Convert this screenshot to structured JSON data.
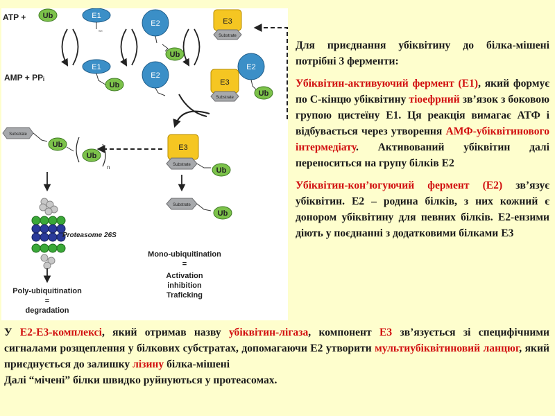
{
  "diagram": {
    "atp": "ATP +",
    "amp": "AMP + PPᵢ",
    "ub": "Ub",
    "e1": "E1",
    "e2": "E2",
    "e3": "E3",
    "sh": "SH",
    "substrate": "Substrate",
    "n_subscript": "n",
    "proteasome": "Proteasome 26S",
    "mono_lines": [
      "Mono-ubiquitination",
      "=",
      "Activation",
      "inhibition",
      "Traficking"
    ],
    "poly_lines": [
      "Poly-ubiquitination",
      "=",
      "degradation"
    ],
    "colors": {
      "enzyme_blue": "#3b8fc7",
      "ub_green": "#7cc24a",
      "e3_yellow": "#f5c622",
      "substrate_gray": "#a7a9ac",
      "proteasome_blue": "#2a3a9a",
      "proteasome_green": "#3aa838"
    }
  },
  "right": {
    "p1_a": "Для приєднання убіквітину до білка-мішені потрібні 3 ферменти:",
    "p2_red1": "Убіквітин-активуючий фермент (Е1)",
    "p2_a": ", який формує по С-кінцю убіквітину ",
    "p2_red2": "тіоефрний",
    "p2_b": " зв’язок з боковою групою цистеїну Е1. Ця реакція вимагає АТФ і відбувається через утворення ",
    "p2_red3": "АМФ-убіквітинового інтермедіату",
    "p2_c": ". Активований убіквітин далі переноситься на групу білків Е2",
    "p3_red": "Убіквітин-кон’югуючий фермент (Е2)",
    "p3_a": " зв’язує убіквітин. Е2 – родина білків, з них кожний є донором убіквітину для певних білків. Е2-ензими діють у поєднанні з додатковими білками Е3"
  },
  "bottom": {
    "a": "У ",
    "red1": "Е2-Е3-комплексі",
    "b": ", який отримав назву ",
    "red2": "убіквітин-лігаза",
    "c": ", компонент ",
    "red3": "Е3",
    "d": " зв’язується зі специфічними сигналами розщеплення у білкових субстратах, допомагаючи Е2 утворити ",
    "red4": "мультиубіквітиновий ланцюг",
    "e": ", який приєднується до залишку ",
    "red5": "лізину",
    "f": " білка-мішені",
    "line2": "Далі “мічені” білки швидко руйнуються у протеасомах."
  }
}
